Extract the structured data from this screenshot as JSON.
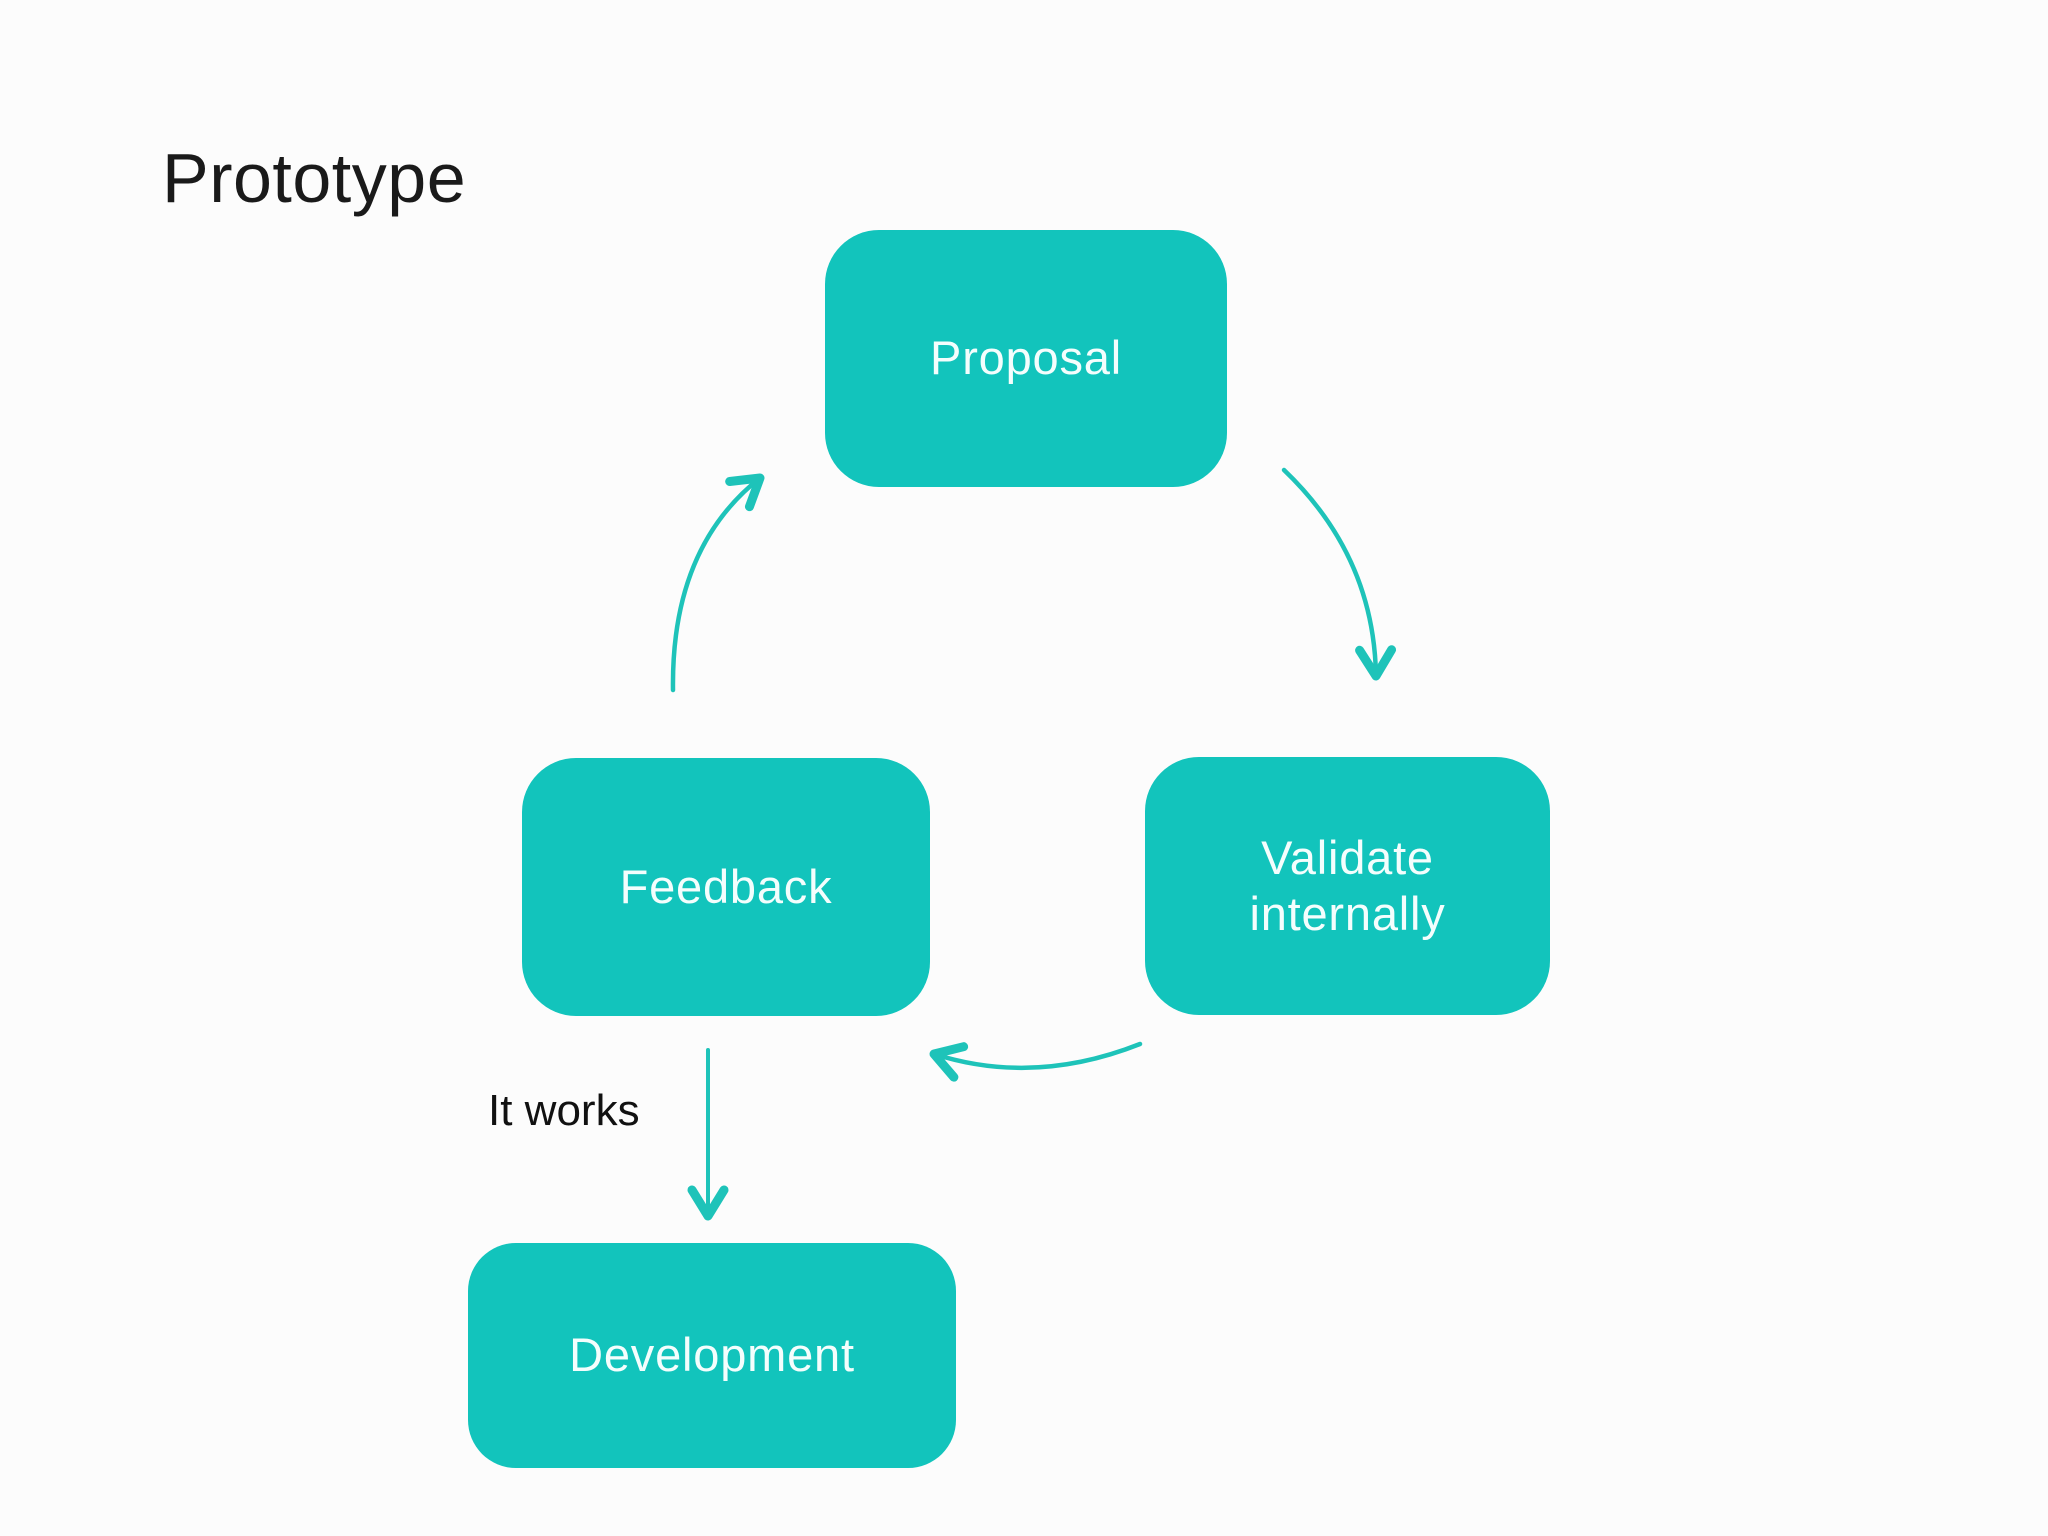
{
  "title": "Prototype",
  "colors": {
    "background": "#fcfcfc",
    "node_fill": "#12c4bc",
    "node_text": "#f4fefd",
    "arrow": "#1ec3b9",
    "title_text": "#1a1a1a",
    "edge_label_text": "#111111"
  },
  "diagram": {
    "nodes": [
      {
        "id": "proposal",
        "label": "Proposal"
      },
      {
        "id": "validate-internally",
        "label": "Validate internally"
      },
      {
        "id": "feedback",
        "label": "Feedback"
      },
      {
        "id": "development",
        "label": "Development"
      }
    ],
    "edges": [
      {
        "from": "proposal",
        "to": "validate-internally"
      },
      {
        "from": "validate-internally",
        "to": "feedback"
      },
      {
        "from": "feedback",
        "to": "proposal"
      },
      {
        "from": "feedback",
        "to": "development",
        "label": "It works"
      }
    ]
  }
}
